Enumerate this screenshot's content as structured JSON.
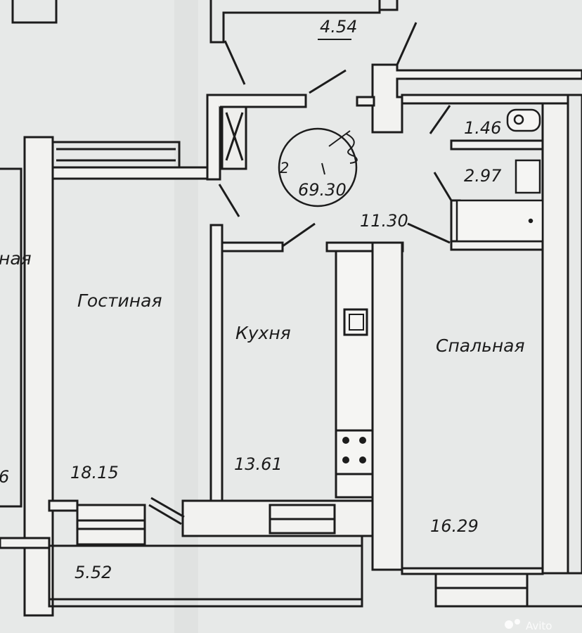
{
  "rooms": {
    "living": {
      "name": "Гостиная",
      "area": "18.15"
    },
    "kitchen": {
      "name": "Кухня",
      "area": "13.61"
    },
    "bedroom": {
      "name": "Спальная",
      "area": "16.29"
    },
    "hall": {
      "area": "11.30"
    },
    "corridor_top": {
      "area": "4.54"
    },
    "toilet": {
      "area": "1.46"
    },
    "bathroom": {
      "area": "2.97"
    },
    "balcony": {
      "area": "5.52"
    },
    "left_partial": {
      "name_fragment": "ная",
      "area_fragment": "6"
    }
  },
  "apartment": {
    "rooms_count": "2",
    "total_area": "69.30"
  },
  "watermark": "Avito",
  "colors": {
    "paper": "#e7e9e8",
    "ink": "#1c1c1c",
    "wall_fill": "#f2f2f0"
  }
}
